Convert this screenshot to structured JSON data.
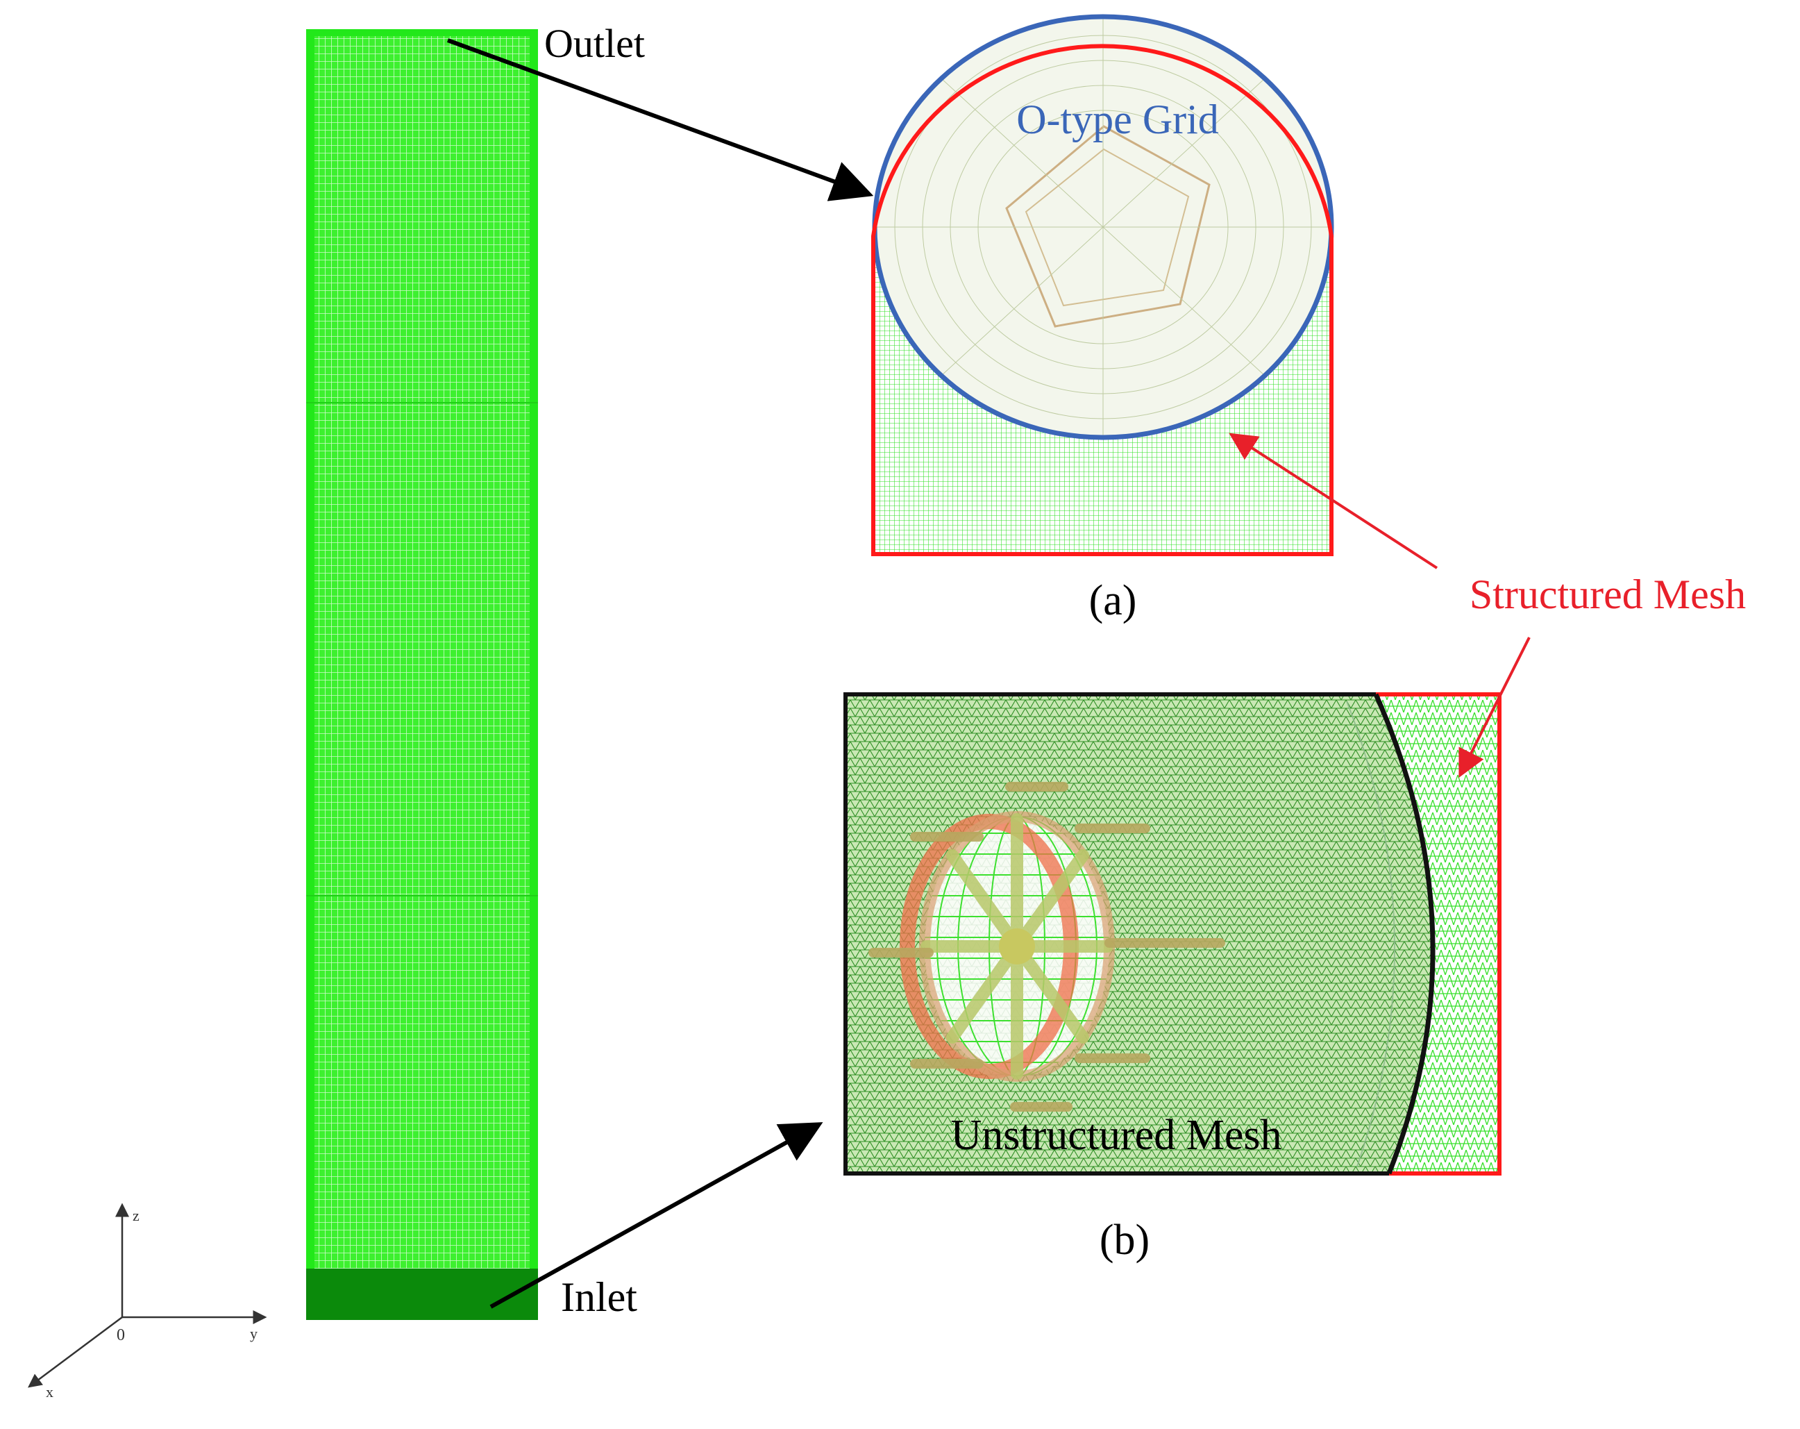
{
  "labels": {
    "outlet": "Outlet",
    "inlet": "Inlet",
    "o_type_grid": "O-type Grid",
    "structured_mesh": "Structured Mesh",
    "unstructured_mesh": "Unstructured Mesh",
    "caption_a": "(a)",
    "caption_b": "(b)"
  },
  "axes": {
    "z": "z",
    "y": "y",
    "x": "x",
    "origin": "0"
  },
  "colors": {
    "mesh_green": "#22e81a",
    "mesh_dark_green": "#0b8a0b",
    "structured_red": "#ff1a1a",
    "o_grid_blue": "#3a66b8",
    "outline_black": "#111111",
    "wheel_orange": "#e8603a"
  }
}
